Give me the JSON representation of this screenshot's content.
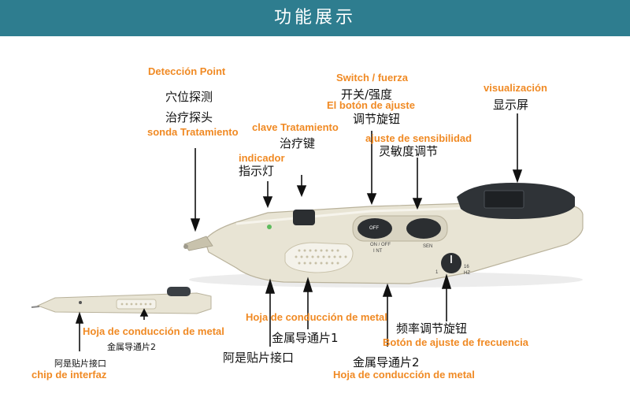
{
  "header": {
    "title": "功能展示",
    "bg_color": "#2e7d8f"
  },
  "colors": {
    "label_es": "#f08a24",
    "label_zh": "#111111",
    "device_body": "#e8e4d4"
  },
  "labels": {
    "deteccion_point": "Detección Point",
    "xuewei_tance": "穴位探测",
    "zhiliao_tantou": "治疗探头",
    "sonda_tratamiento": "sonda Tratamiento",
    "clave_tratamiento": "clave Tratamiento",
    "zhiliao_jian": "治疗键",
    "indicador": "indicador",
    "zhishi_deng": "指示灯",
    "switch_fuerza": "Switch / fuerza",
    "kaiguan_qiangdu": "开关/强度",
    "boton_ajuste": "El botón de ajuste",
    "tiaojie_xuanniu": "调节旋钮",
    "ajuste_sensibilidad": "ajuste de sensibilidad",
    "lingmindu_tiaojie": "灵敏度调节",
    "visualizacion": "visualización",
    "xianshi_ping": "显示屏",
    "hoja_metal_center": "Hoja de conducción de metal",
    "jinshu_daotongpian_1": "金属导通片1",
    "ashi_tiepian": "阿是贴片接口",
    "pinlv_tiaojie": "频率调节旋钮",
    "boton_frecuencia": "Botón de ajuste de frecuencia",
    "jinshu_daotongpian_2": "金属导通片2",
    "hoja_metal_bottom": "Hoja de conducción de metal",
    "hoja_metal_left": "Hoja de conducción de metal",
    "jinshu_daotongpian_2_small": "金属导通片2",
    "ashi_tiepian_small": "阿是贴片接口",
    "chip_interfaz": "chip de interfaz"
  },
  "device": {
    "off_label": "OFF",
    "on_off_label": "ON / OFF",
    "int_label": "I NT",
    "sen_label": "SEN",
    "hz_label": "HZ",
    "dial_1": "1",
    "dial_16": "16"
  }
}
